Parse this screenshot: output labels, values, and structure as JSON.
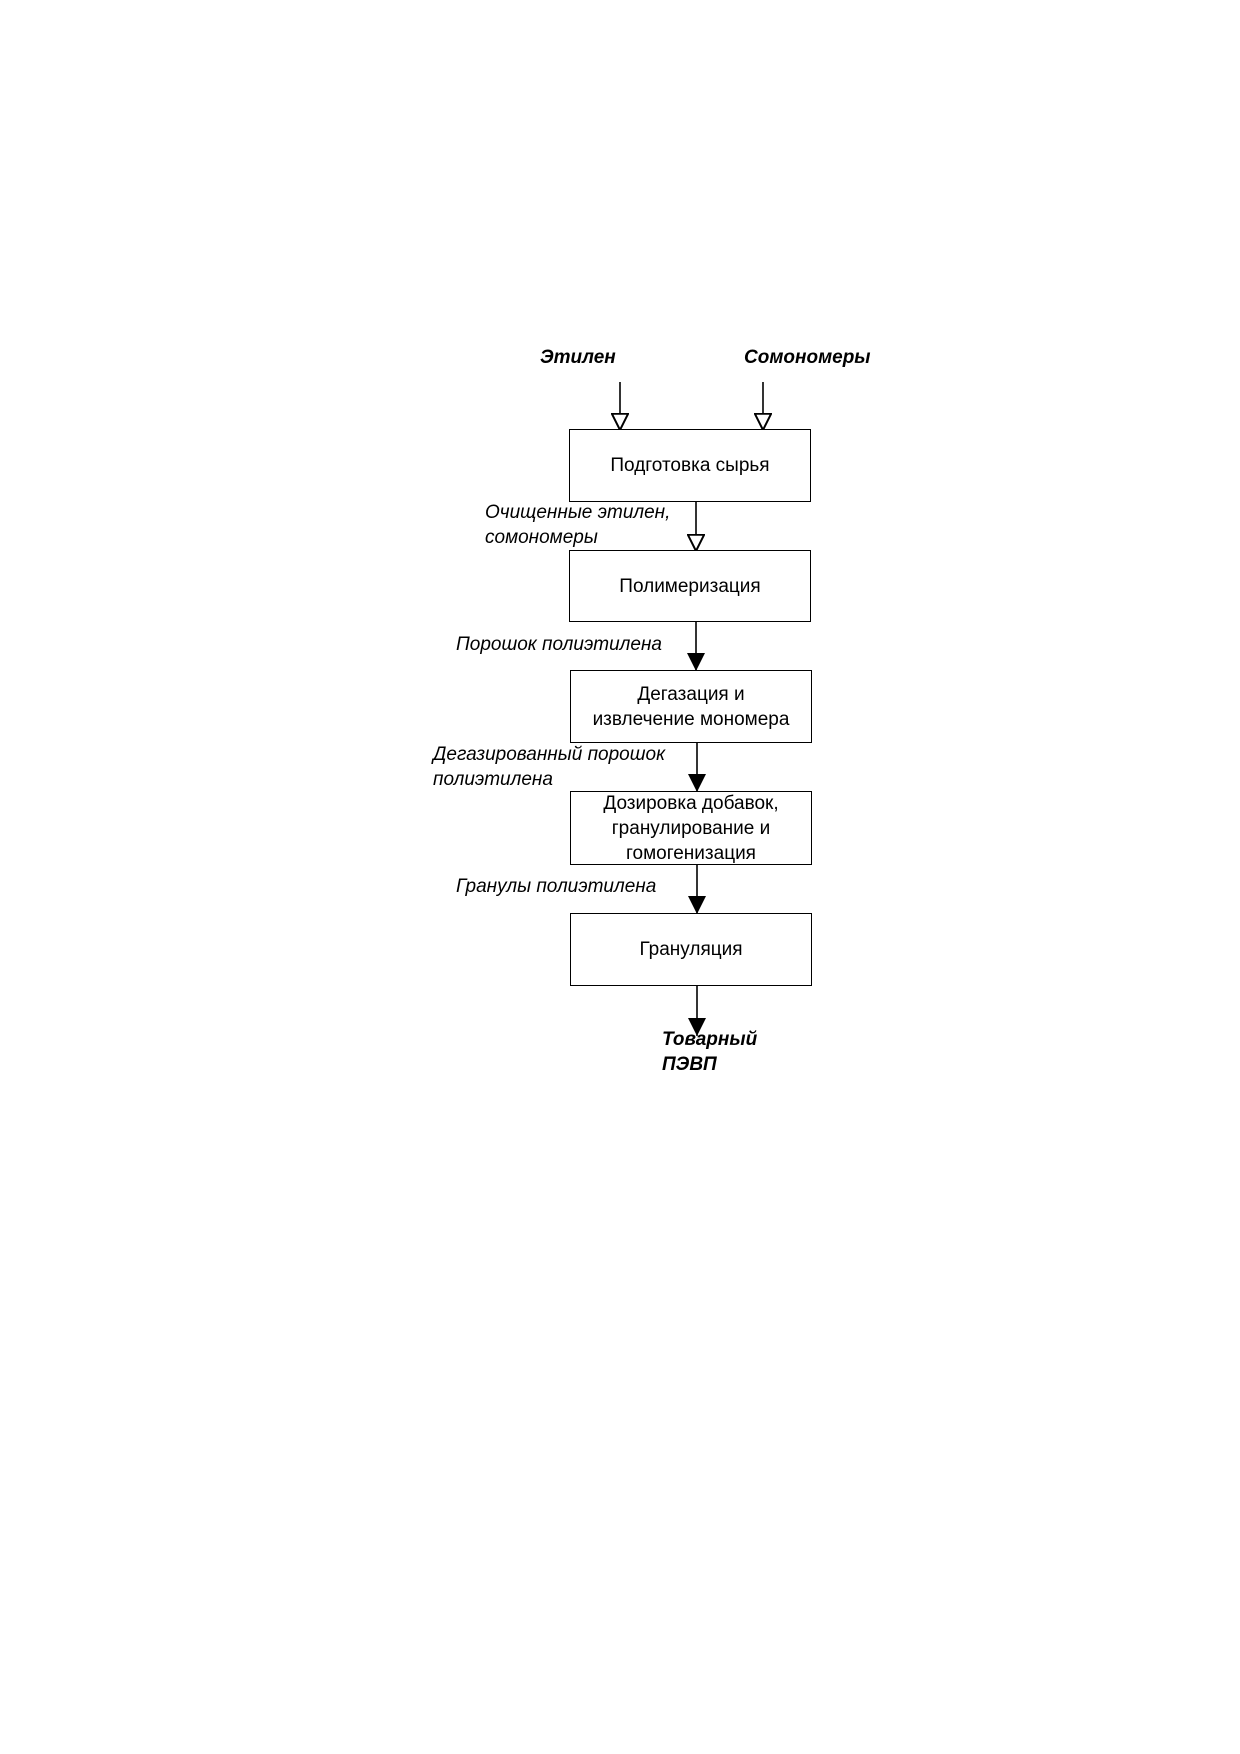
{
  "inputs": {
    "ethylene": "Этилен",
    "comonomers": "Сомономеры"
  },
  "steps": [
    {
      "label": "Подготовка сырья"
    },
    {
      "label": "Полимеризация"
    },
    {
      "label": "Дегазация и\nизвлечение мономера"
    },
    {
      "label": "Дозировка добавок,\nгранулирование и\nгомогенизация"
    },
    {
      "label": "Грануляция"
    }
  ],
  "flows": [
    {
      "label": "Очищенные этилен,\nсомономеры",
      "arrow": "open"
    },
    {
      "label": "Порошок полиэтилена",
      "arrow": "filled"
    },
    {
      "label": "Дегазированный порошок\nполиэтилена",
      "arrow": "filled"
    },
    {
      "label": "Гранулы полиэтилена",
      "arrow": "filled"
    }
  ],
  "output": {
    "label": "Товарный\nПЭВП"
  },
  "colors": {
    "line": "#000000",
    "background": "#ffffff"
  }
}
